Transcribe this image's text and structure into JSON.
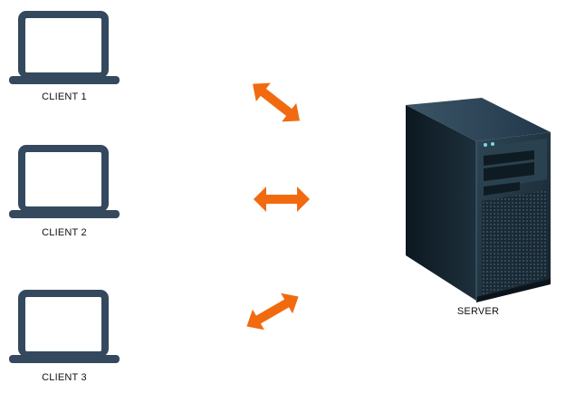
{
  "clients": [
    {
      "label": "CLIENT 1"
    },
    {
      "label": "CLIENT 2"
    },
    {
      "label": "CLIENT 3"
    }
  ],
  "server": {
    "label": "SERVER"
  },
  "connections": [
    {
      "from": "CLIENT 1",
      "to": "SERVER",
      "direction": "bidirectional"
    },
    {
      "from": "CLIENT 2",
      "to": "SERVER",
      "direction": "bidirectional"
    },
    {
      "from": "CLIENT 3",
      "to": "SERVER",
      "direction": "bidirectional"
    }
  ],
  "colors": {
    "laptop": "#34495e",
    "arrow": "#f26a10",
    "server_body": "#1f2f3a"
  },
  "icons": {
    "client": "laptop-icon",
    "server": "server-tower-icon",
    "connection": "double-arrow-icon"
  }
}
